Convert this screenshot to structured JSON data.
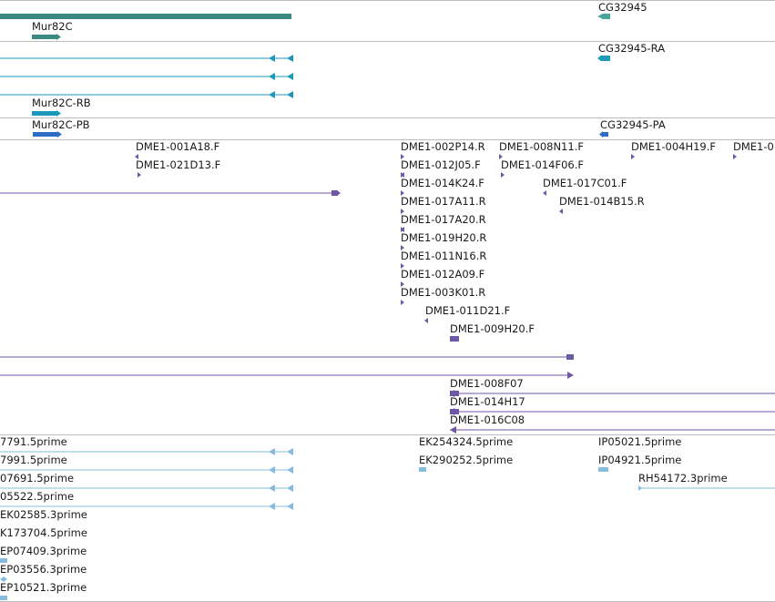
{
  "colors": {
    "gene": "#3a8a82",
    "gene_light": "#4aa39a",
    "transcript": "#1a9ab8",
    "transcript_dark": "#1e9bb6",
    "protein": "#2f6cc4",
    "bac": "#6f57a8",
    "est": "#87bcdf",
    "divider": "#bdbdbd",
    "label": "#1a1a1a"
  },
  "tracks": {
    "genes": {
      "labels": [
        "Mur82C",
        "CG32945"
      ]
    },
    "transcripts": {
      "labels": [
        "CG32945-RA",
        "Mur82C-RB"
      ]
    },
    "proteins": {
      "labels": [
        "Mur82C-PB",
        "CG32945-PA"
      ]
    },
    "bac_ends": {
      "labels": [
        "DME1-001A18.F",
        "DME1-021D13.F",
        "DME1-002P14.R",
        "DME1-008N11.F",
        "DME1-004H19.F",
        "DME1-0",
        "DME1-012J05.F",
        "DME1-014F06.F",
        "DME1-014K24.F",
        "DME1-017C01.F",
        "DME1-017A11.R",
        "DME1-014B15.R",
        "DME1-017A20.R",
        "DME1-019H20.R",
        "DME1-011N16.R",
        "DME1-012A09.F",
        "DME1-003K01.R",
        "DME1-011D21.F",
        "DME1-009H20.F",
        "DME1-008F07",
        "DME1-014H17",
        "DME1-016C08"
      ]
    },
    "ests": {
      "labels": [
        "7791.5prime",
        "EK254324.5prime",
        "IP05021.5prime",
        "7991.5prime",
        "EK290252.5prime",
        "IP04921.5prime",
        "07691.5prime",
        "RH54172.3prime",
        "05522.5prime",
        "EK02585.3prime",
        "K173704.5prime",
        "EP07409.3prime",
        "EP03556.3prime",
        "EP10521.3prime"
      ]
    }
  }
}
